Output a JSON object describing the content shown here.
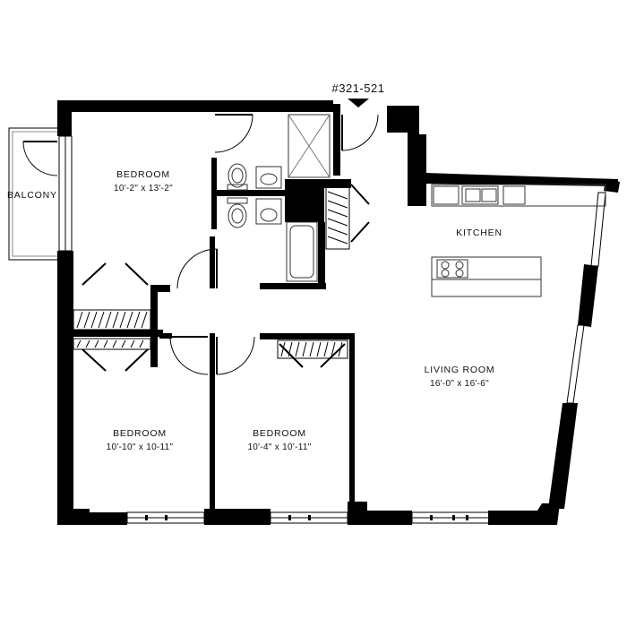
{
  "unit": {
    "number": "#321-521"
  },
  "rooms": {
    "bedroom_main": {
      "name": "BEDROOM",
      "dims": "10'-2\" x 13'-2\""
    },
    "bedroom_left": {
      "name": "BEDROOM",
      "dims": "10'-10\" x 10-11\""
    },
    "bedroom_middle": {
      "name": "BEDROOM",
      "dims": "10'-4\" x 10'-11\""
    },
    "living": {
      "name": "LIVING ROOM",
      "dims": "16'-0\" x 16'-6\""
    },
    "kitchen": {
      "name": "KITCHEN"
    },
    "balcony": {
      "name": "BALCONY"
    }
  },
  "colors": {
    "wall": "#000000",
    "fixture": "#555555",
    "background": "#ffffff"
  },
  "icons": [
    "entry-arrow-icon",
    "door-swing-icon",
    "toilet-icon",
    "sink-icon",
    "shower-icon",
    "bathtub-icon",
    "stove-icon",
    "closet-rod-icon",
    "window-icon"
  ]
}
